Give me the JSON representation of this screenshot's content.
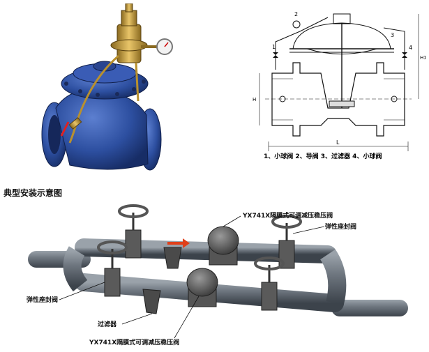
{
  "drawing": {
    "caption": "1、小球阀 2、导阀 3、过滤器 4、小球阀",
    "num_1": "1",
    "num_2": "2",
    "num_3": "3",
    "num_4": "4",
    "dim_l": "L",
    "dim_h": "H",
    "dim_h2": "H1"
  },
  "install": {
    "title": "典型安装示意图",
    "label_valve_top": "YX741X隔膜式可调减压稳压阀",
    "label_valve_bottom": "YX741X隔膜式可调减压稳压阀",
    "label_gate_right": "弹性座封阀",
    "label_gate_left": "弹性座封阀",
    "label_filter": "过滤器"
  },
  "colors": {
    "valve_body": "#2d4fa0",
    "pilot_brass": "#c9a040",
    "pipe": "#6f7780",
    "flow_arrow": "#e0401a"
  }
}
